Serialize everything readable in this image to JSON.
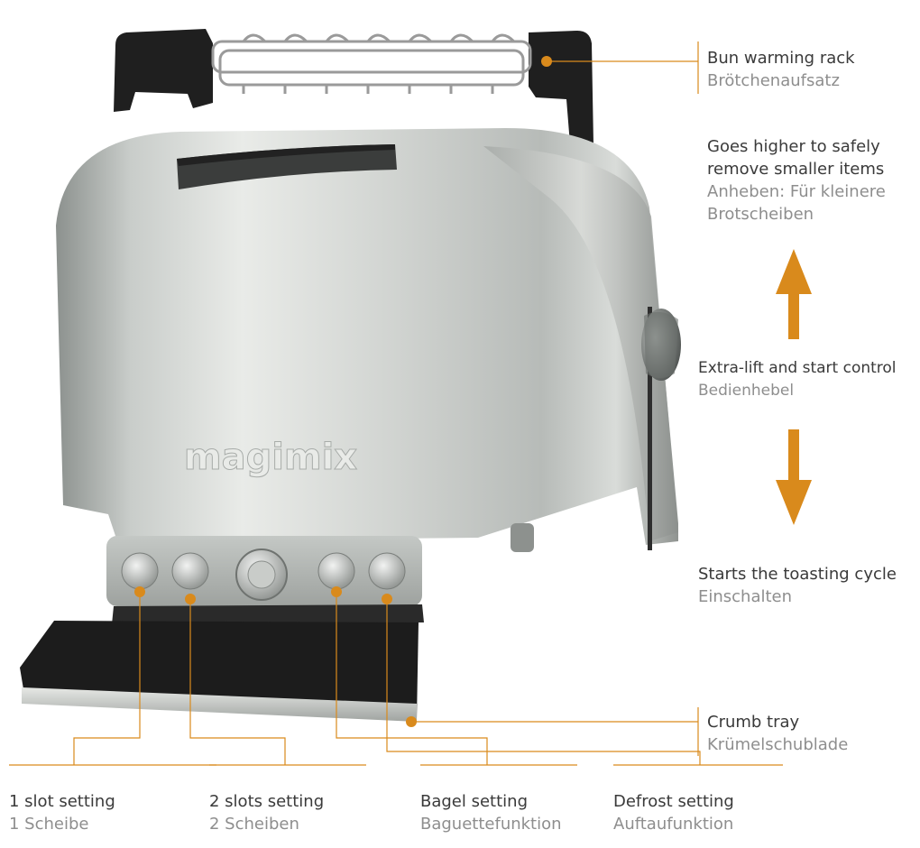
{
  "colors": {
    "accent": "#d98a1c",
    "primary_text": "#3a3a3a",
    "secondary_text": "#8e8e8e"
  },
  "brand": {
    "logo_text": "magimix"
  },
  "callouts": {
    "bun_rack": {
      "en": "Bun warming rack",
      "de": "Brötchenaufsatz"
    },
    "lift_higher": {
      "en_line1": "Goes higher to safely",
      "en_line2": "remove smaller items",
      "de_line1": "Anheben: Für kleinere",
      "de_line2": "Brotscheiben"
    },
    "lever": {
      "en": "Extra-lift and start control",
      "de": "Bedienhebel"
    },
    "start": {
      "en": "Starts the toasting cycle",
      "de": "Einschalten"
    },
    "crumb_tray": {
      "en": "Crumb tray",
      "de": "Krümelschublade"
    },
    "one_slot": {
      "en": "1 slot setting",
      "de": "1 Scheibe"
    },
    "two_slots": {
      "en": "2 slots setting",
      "de": "2 Scheiben"
    },
    "bagel": {
      "en": "Bagel setting",
      "de": "Baguettefunktion"
    },
    "defrost": {
      "en": "Defrost setting",
      "de": "Auftaufunktion"
    }
  },
  "arrows": {
    "up": "arrow-up-icon",
    "down": "arrow-down-icon"
  }
}
